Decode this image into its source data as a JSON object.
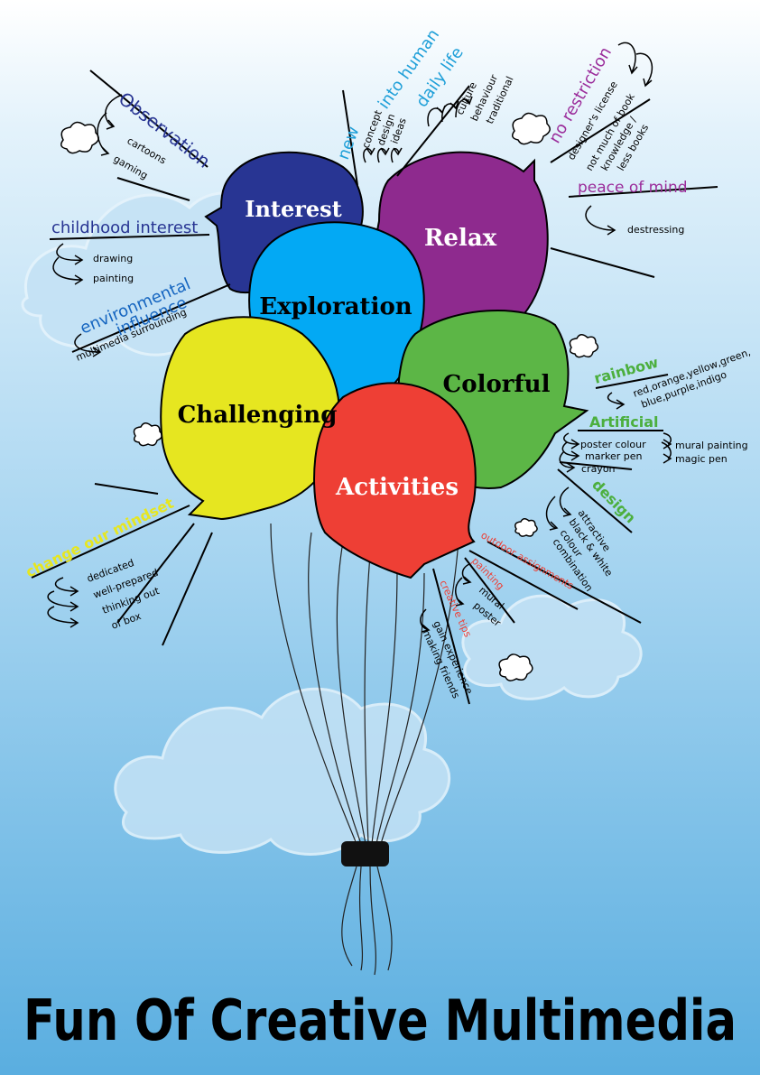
{
  "title": "Fun Of Creative Multimedia",
  "balloons": {
    "interest": "Interest",
    "relax": "Relax",
    "exploration": "Exploration",
    "colorful": "Colorful",
    "challenging": "Challenging",
    "activities": "Activities"
  },
  "branches": {
    "observation": {
      "heading": "Observation",
      "items": [
        "cartoons",
        "gaming"
      ]
    },
    "childhood": {
      "heading": "childhood interest",
      "items": [
        "drawing",
        "painting"
      ]
    },
    "environmental": {
      "heading_line1": "environmental",
      "heading_line2": "influence",
      "items": [
        "multimedia surrounding"
      ]
    },
    "new": {
      "heading": "new",
      "items": [
        "concept",
        "design",
        "ideas"
      ]
    },
    "human": {
      "heading_line1": "into human",
      "heading_line2": "daily life",
      "items": [
        "culture",
        "behaviour",
        "traditional"
      ]
    },
    "restriction": {
      "heading": "no restriction",
      "items": [
        "designer's license",
        "not much of book",
        "knowledge /",
        "less books"
      ]
    },
    "peace": {
      "heading": "peace of mind",
      "items": [
        "destressing"
      ]
    },
    "rainbow": {
      "heading": "rainbow",
      "items": [
        "red,orange,yellow,green,",
        "blue,purple,indigo"
      ]
    },
    "artificial": {
      "heading": "Artificial",
      "items": [
        "poster colour",
        "marker pen",
        "crayon"
      ],
      "sub_items": [
        "mural painting",
        "magic pen"
      ]
    },
    "design": {
      "heading": "design",
      "items": [
        "attractive",
        "black & white",
        "colour",
        "combination"
      ]
    },
    "mindset": {
      "heading": "change our mindset",
      "items": [
        "dedicated",
        "well-prepared",
        "thinking out",
        "of box"
      ]
    },
    "outdoor": {
      "heading": "outdoor assignments"
    },
    "painting": {
      "heading": "painting",
      "items": [
        "mural",
        "poster"
      ]
    },
    "tips": {
      "heading": "creative tips",
      "items": [
        "gain experience",
        "making friends"
      ]
    }
  },
  "colors": {
    "sky_top": "#ffffff",
    "sky_bottom": "#5aaee0",
    "interest": "#283593",
    "relax": "#8e2a8e",
    "exploration": "#03a9f4",
    "colorful": "#5cb646",
    "challenging": "#e6e620",
    "activities": "#ee3f35",
    "observation": "#283593",
    "new": "#1e9fd8",
    "restriction": "#9b2d9b",
    "green": "#4caf3e",
    "yellow": "#e6e620",
    "red": "#ee3f35"
  }
}
